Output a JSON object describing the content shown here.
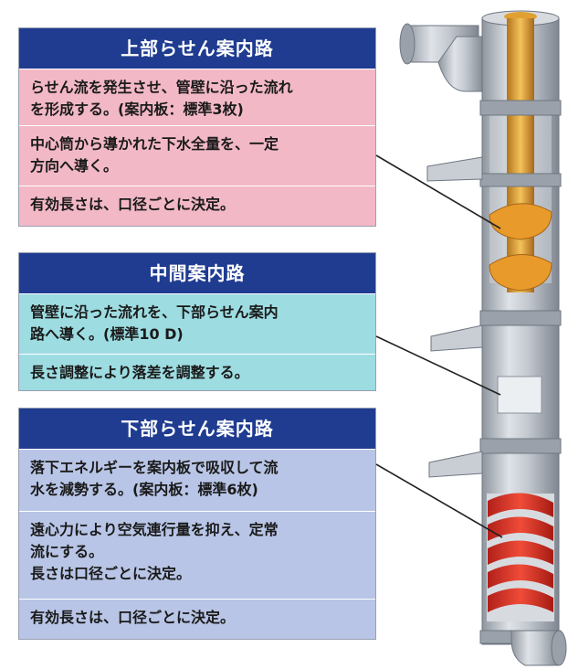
{
  "panels": {
    "upper": {
      "title": "上部らせん案内路",
      "rows": [
        [
          "らせん流を発生させ、管壁に沿った流れ",
          "を形成する。(案内板：標準3枚)"
        ],
        [
          "中心筒から導かれた下水全量を、一定",
          "方向へ導く。"
        ],
        [
          "有効長さは、口径ごとに決定。"
        ]
      ]
    },
    "middle": {
      "title": "中間案内路",
      "rows": [
        [
          "管壁に沿った流れを、下部らせん案内",
          "路へ導く。(標準10 D)"
        ],
        [
          "長さ調整により落差を調整する。"
        ]
      ]
    },
    "lower": {
      "title": "下部らせん案内路",
      "rows": [
        [
          "落下エネルギーを案内板で吸収して流",
          "水を減勢する。(案内板：標準6枚)"
        ],
        [
          "遠心力により空気連行量を抑え、定常",
          "流にする。",
          "長さは口径ごとに決定。"
        ],
        [
          "有効長さは、口径ごとに決定。"
        ]
      ]
    }
  },
  "colors": {
    "header": "#1f3c91",
    "upper_row": "#f2b8c6",
    "middle_row": "#9ddce1",
    "lower_row": "#b8c5e6",
    "pipe_gray": "#b9bfc7",
    "inner_orange": "#e6a23a",
    "helix_red": "#e23a2a"
  }
}
